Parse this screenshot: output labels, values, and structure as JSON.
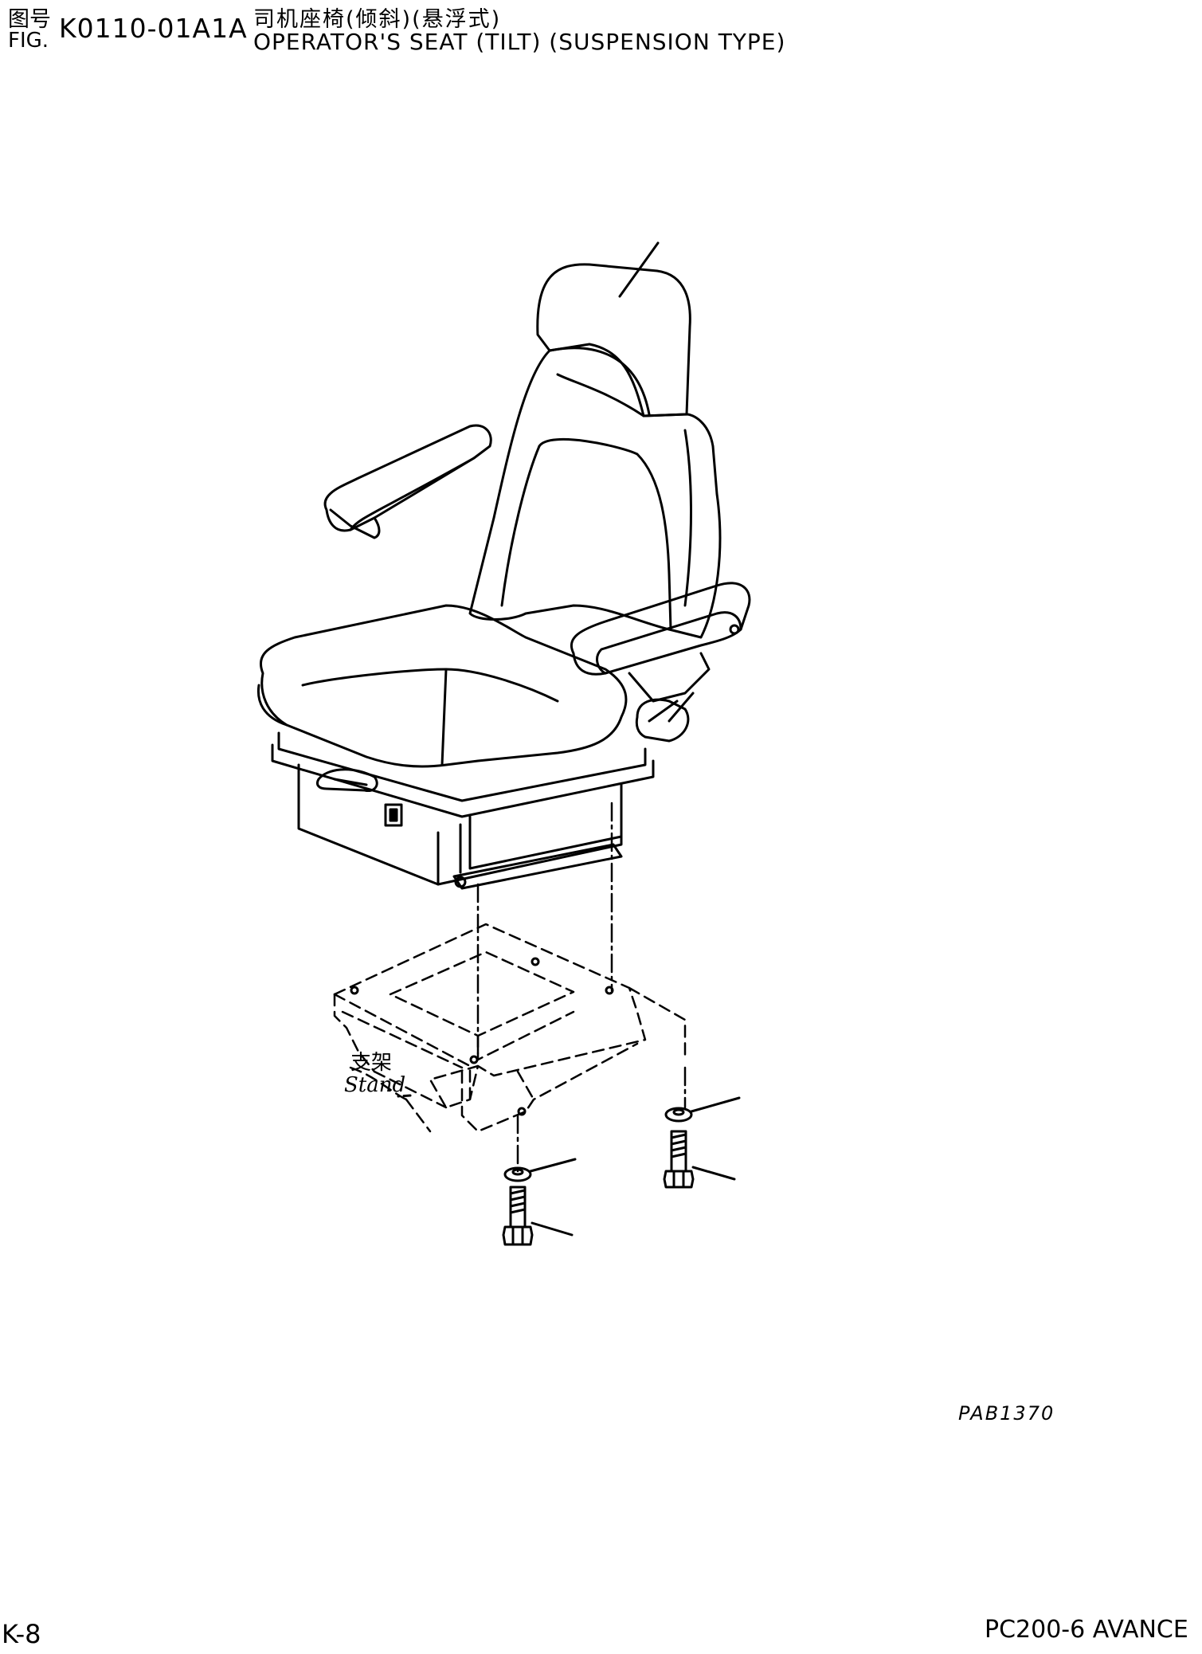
{
  "header": {
    "fig_label_zh": "图号",
    "fig_label_en": "FIG.",
    "fig_number": "K0110-01A1A",
    "title_zh": "司机座椅(倾斜)(悬浮式)",
    "title_en": "OPERATOR'S SEAT (TILT) (SUSPENSION TYPE)"
  },
  "drawing": {
    "stand_label_zh": "支架",
    "stand_label_en": "Stand",
    "drawing_code": "PAB1370"
  },
  "footer": {
    "page_number": "K-8",
    "model": "PC200-6 AVANCE"
  }
}
